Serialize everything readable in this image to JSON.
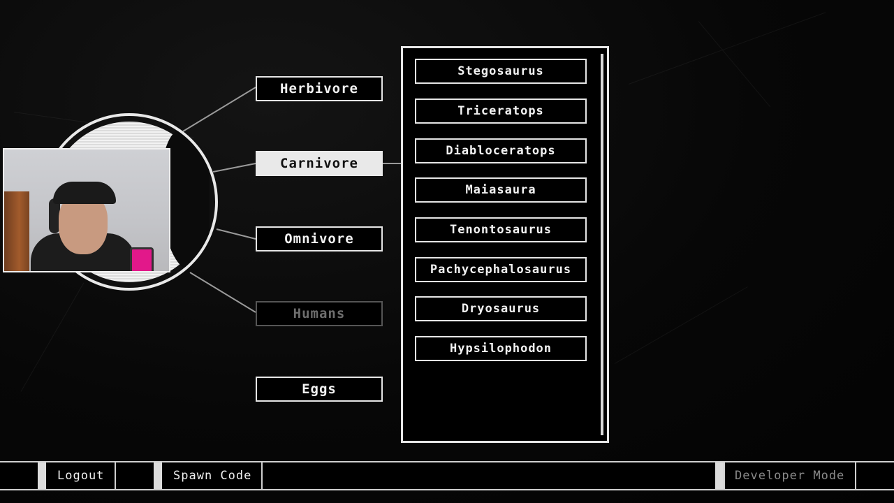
{
  "categories": [
    {
      "label": "Herbivore",
      "state": "normal"
    },
    {
      "label": "Carnivore",
      "state": "selected"
    },
    {
      "label": "Omnivore",
      "state": "normal"
    },
    {
      "label": "Humans",
      "state": "disabled"
    },
    {
      "label": "Eggs",
      "state": "normal"
    }
  ],
  "dinosaurs": [
    "Stegosaurus",
    "Triceratops",
    "Diabloceratops",
    "Maiasaura",
    "Tenontosaurus",
    "Pachycephalosaurus",
    "Dryosaurus",
    "Hypsilophodon"
  ],
  "bottom_bar": {
    "logout_label": "Logout",
    "spawn_code_label": "Spawn Code",
    "developer_mode_label": "Developer Mode"
  },
  "colors": {
    "background": "#060606",
    "outline": "#e6e6e6",
    "selected_fill": "#e9e9e9",
    "disabled": "#6e6e6e",
    "mic_accent": "#e2188a"
  }
}
